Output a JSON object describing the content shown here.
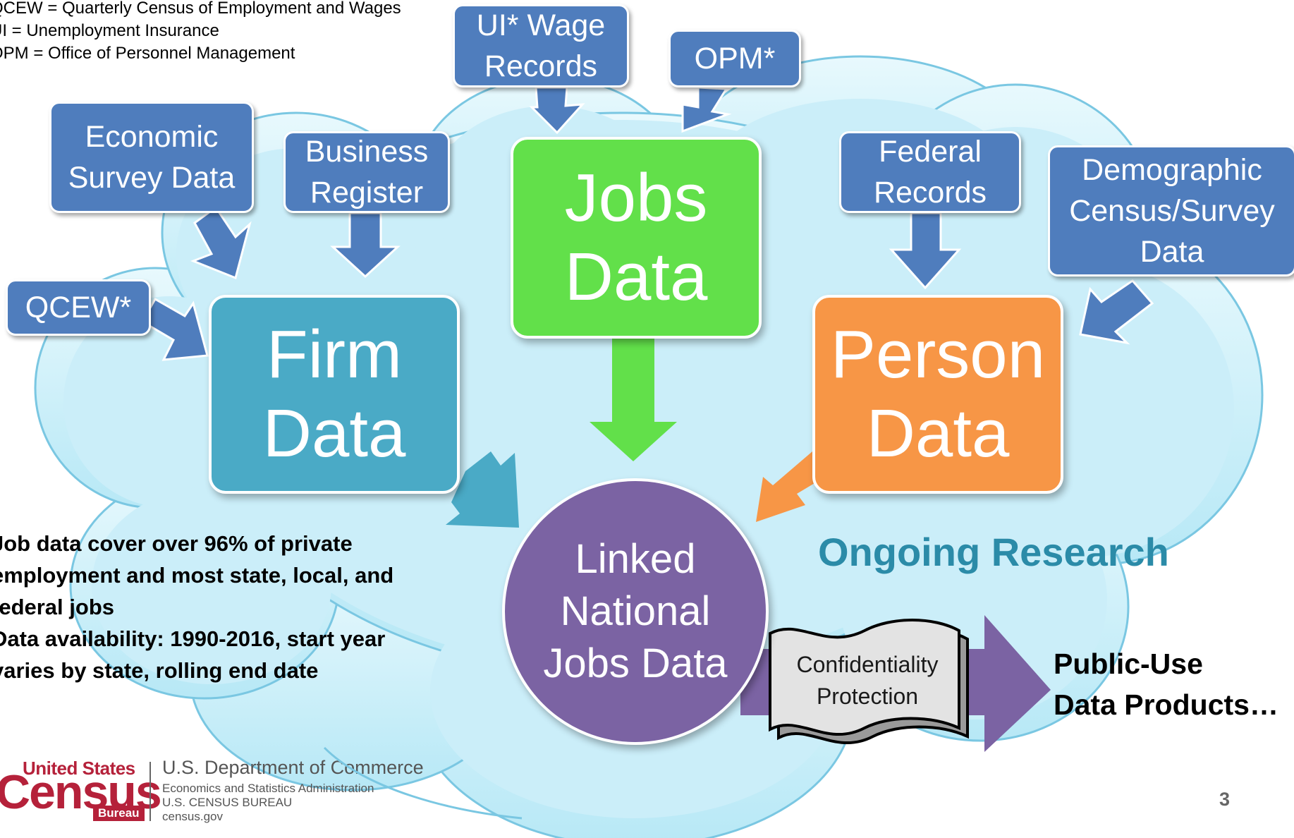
{
  "legend": [
    "QCEW = Quarterly Census of Employment and Wages",
    "UI = Unemployment Insurance",
    "OPM = Office of Personnel Management"
  ],
  "sources": {
    "ui_wage": "UI* Wage\nRecords",
    "opm": "OPM*",
    "economic_survey": "Economic\nSurvey Data",
    "business_register": "Business\nRegister",
    "qcew": "QCEW*",
    "federal_records": "Federal\nRecords",
    "demographic": "Demographic\nCensus/Survey\nData"
  },
  "hubs": {
    "jobs": "Jobs\nData",
    "firm": "Firm\nData",
    "person": "Person\nData"
  },
  "linked": "Linked\nNational\nJobs Data",
  "ongoing_research": "Ongoing Research",
  "confidentiality": "Confidentiality\nProtection",
  "public_use": "Public-Use\nData Products…",
  "notes": [
    "Job data cover over 96% of private",
    "employment and most state, local, and",
    "federal jobs",
    "Data availability: 1990-2016, start year",
    "varies by state, rolling end date"
  ],
  "footer": {
    "logo_top": "United States",
    "logo_main": "Census",
    "logo_sub": "Bureau",
    "department": "U.S. Department of Commerce",
    "administration": "Economics and Statistics Administration",
    "bureau": "U.S. CENSUS BUREAU",
    "site": "census.gov",
    "page_number": "3"
  },
  "colors": {
    "source_box": "#4f7dbd",
    "jobs": "#62e04a",
    "firm": "#4aaac6",
    "person": "#f79646",
    "linked": "#7b63a3",
    "cloud": "#d5f2fb",
    "research": "#2b8ba8",
    "logo": "#b5213a"
  },
  "icons": {
    "arrows": "block-arrow",
    "confidentiality_shape": "scroll-banner"
  }
}
